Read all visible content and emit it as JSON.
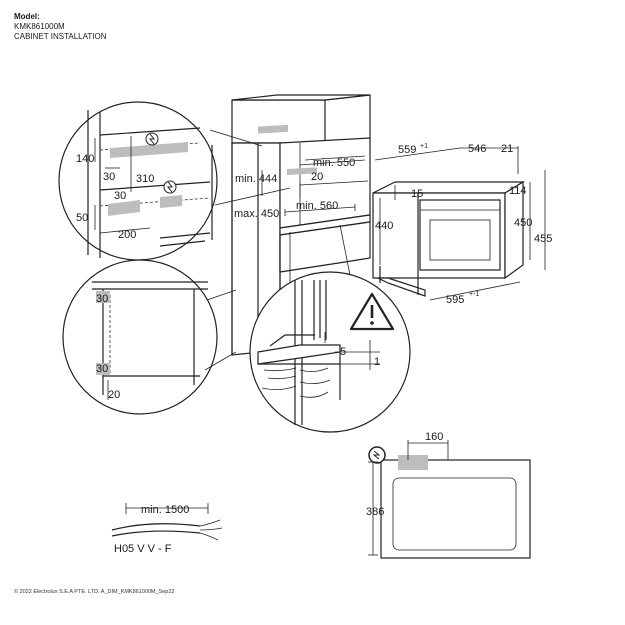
{
  "header": {
    "model_label": "Model:",
    "model_code": "KMK861000M",
    "section_title": "CABINET INSTALLATION"
  },
  "footer": {
    "copyright": "© 2022 Electrolux S.E.A PTE. LTD. A_DIM_KMK861000M_Sep22"
  },
  "dimensions": {
    "cabinet": {
      "min_550": "min. 550",
      "d_20": "20",
      "min_444": "min. 444",
      "max_450": "max. 450",
      "min_560": "min. 560"
    },
    "detail_top": {
      "d_140": "140",
      "d_310": "310",
      "d_30a": "30",
      "d_30b": "30",
      "d_50": "50",
      "d_200": "200"
    },
    "detail_side": {
      "d_30top": "30",
      "d_30bot": "30",
      "d_20": "20"
    },
    "detail_fix": {
      "d_5": "5",
      "d_1": "1"
    },
    "oven": {
      "d_559": "559",
      "d_559_sup": "+1",
      "d_546": "546",
      "d_21": "21",
      "d_15": "15",
      "d_114": "114",
      "d_440": "440",
      "d_450": "450",
      "d_455": "455",
      "d_595": "595",
      "d_595_sup": "+-1"
    },
    "connection": {
      "d_160": "160",
      "d_386": "386"
    },
    "cable": {
      "min_1500": "min. 1500",
      "type": "H05 V V - F"
    }
  },
  "icons": {
    "warning": "warning-triangle-icon",
    "plug": "plug-icon"
  }
}
